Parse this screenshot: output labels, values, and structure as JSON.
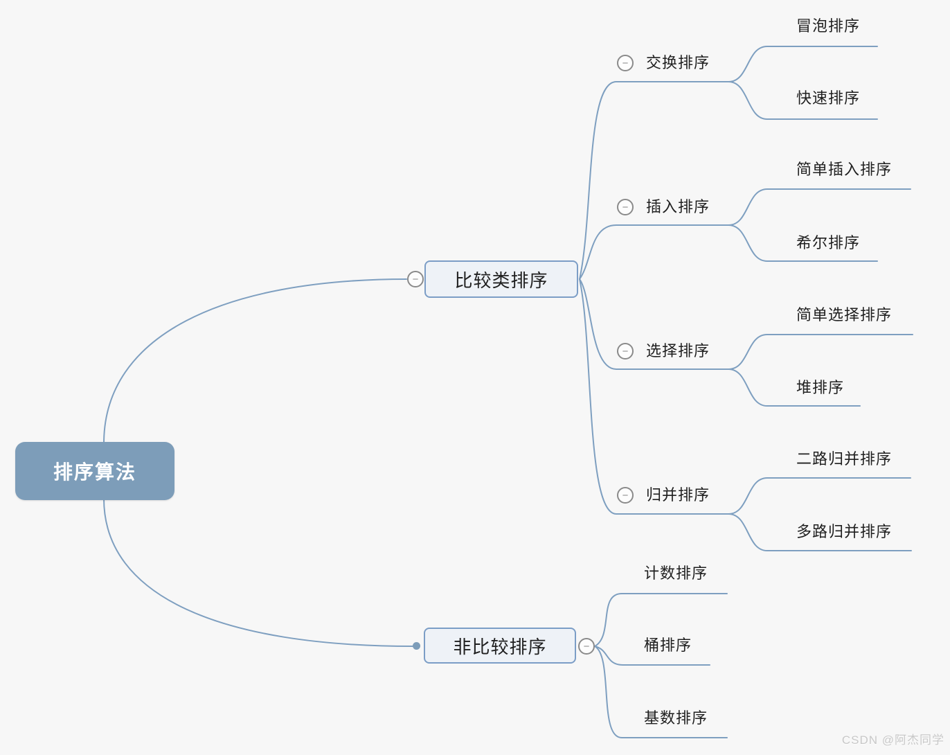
{
  "root": {
    "label": "排序算法"
  },
  "branches": [
    {
      "label": "比较类排序",
      "children": [
        {
          "label": "交换排序",
          "children": [
            {
              "label": "冒泡排序"
            },
            {
              "label": "快速排序"
            }
          ]
        },
        {
          "label": "插入排序",
          "children": [
            {
              "label": "简单插入排序"
            },
            {
              "label": "希尔排序"
            }
          ]
        },
        {
          "label": "选择排序",
          "children": [
            {
              "label": "简单选择排序"
            },
            {
              "label": "堆排序"
            }
          ]
        },
        {
          "label": "归并排序",
          "children": [
            {
              "label": "二路归并排序"
            },
            {
              "label": "多路归并排序"
            }
          ]
        }
      ]
    },
    {
      "label": "非比较排序",
      "children": [
        {
          "label": "计数排序"
        },
        {
          "label": "桶排序"
        },
        {
          "label": "基数排序"
        }
      ]
    }
  ],
  "icons": {
    "collapse_glyph": "−"
  },
  "watermark": "CSDN @阿杰同学",
  "colors": {
    "background": "#f7f7f7",
    "root_fill": "#7d9db9",
    "root_text": "#ffffff",
    "branch_fill": "#eef2f7",
    "branch_border": "#7b9dc6",
    "connector_line": "#7e9fc0",
    "collapse_icon": "#8a8a8a",
    "watermark_text": "#c8c8c8"
  }
}
